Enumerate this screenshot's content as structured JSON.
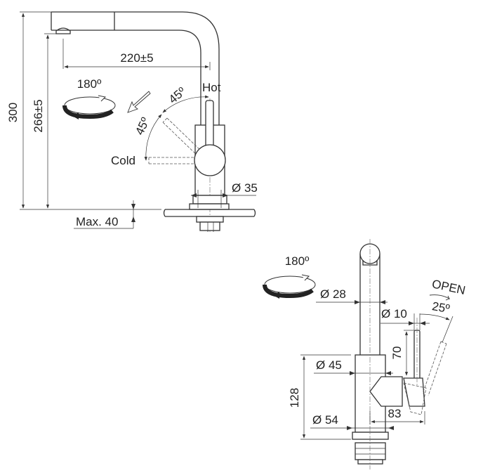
{
  "side_view": {
    "height_total": "300",
    "outlet_height": "266±5",
    "reach": "220±5",
    "rotation": "180º",
    "angle_hot": "45º",
    "angle_cold": "45º",
    "label_hot": "Hot",
    "label_cold": "Cold",
    "base_diameter": "Ø 35",
    "max_thickness": "Max. 40"
  },
  "front_view": {
    "rotation": "180º",
    "spout_diameter": "Ø 28",
    "lever_diameter": "Ø 10",
    "lever_height": "70",
    "body_diameter": "Ø 45",
    "body_height": "128",
    "base_diameter": "Ø 54",
    "lever_reach": "83",
    "open_label": "OPEN",
    "open_angle": "25º"
  }
}
